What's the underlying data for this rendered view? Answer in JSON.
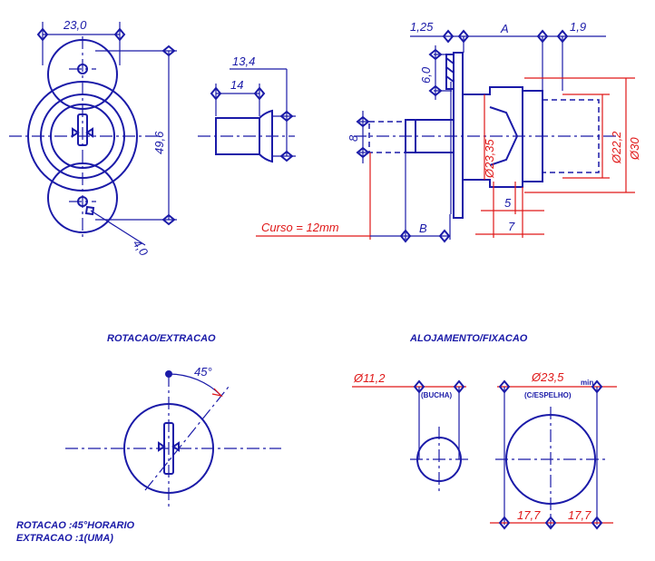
{
  "labels": {
    "w_230": "23,0",
    "h_496": "49,6",
    "hole_40": "4,0",
    "len_134": "13,4",
    "len_14": "14",
    "t_125": "1,25",
    "dim_a": "A",
    "t_19": "1,9",
    "h_60": "6,0",
    "d_8": "8",
    "d_2335": "Ø23,35",
    "d_222": "Ø22,2",
    "d_30": "Ø30",
    "w_5": "5",
    "w_7": "7",
    "curso": "Curso = 12mm",
    "dim_b": "B",
    "title_rot": "ROTACAO/EXTRACAO",
    "angle_45": "45°",
    "rot_note": "ROTACAO :45°HORARIO",
    "ext_note": "EXTRACAO :1(UMA)",
    "title_aloj": "ALOJAMENTO/FIXACAO",
    "d_112": "Ø11,2",
    "bucha": "(BUCHA)",
    "d_235": "Ø23,5",
    "min": "min.",
    "espelho": "(C/ESPELHO)",
    "w_177_l": "17,7",
    "w_177_r": "17,7"
  },
  "colors": {
    "line": "#1a1aa8",
    "dimension": "#e01818"
  }
}
